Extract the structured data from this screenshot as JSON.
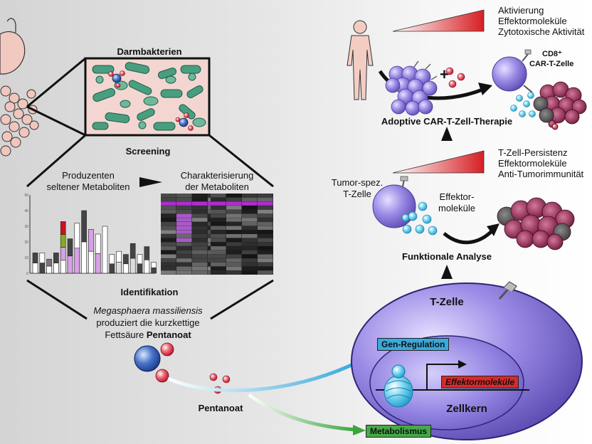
{
  "left": {
    "darmbakterien_title": "Darmbakterien",
    "screening_title": "Screening",
    "producers_line1": "Produzenten",
    "producers_line2": "seltener Metaboliten",
    "characterization_line1": "Charakterisierung",
    "characterization_line2": "der Metaboliten",
    "identification_title": "Identifikation",
    "finding_species": "Megasphaera massiliensis",
    "finding_line2": "produziert die kurzkettige",
    "finding_line3_prefix": "Fettsäure ",
    "finding_line3_bold": "Pentanoat",
    "pentanoat_label": "Pentanoat"
  },
  "right": {
    "top_ramp": [
      "Aktivierung",
      "Effektormoleküle",
      "Zytotoxische Aktivität"
    ],
    "cd8_line1": "CD8⁺",
    "cd8_line2": "CAR-T-Zelle",
    "car_t_title": "Adoptive CAR-T-Zell-Therapie",
    "mid_ramp": [
      "T-Zell-Persistenz",
      "Effektormoleküle",
      "Anti-Tumorimmunität"
    ],
    "tumor_spec_line1": "Tumor-spez.",
    "tumor_spec_line2": "T-Zelle",
    "effector_line1": "Effektor-",
    "effector_line2": "moleküle",
    "functional_title": "Funktionale Analyse",
    "tcell_label": "T-Zelle",
    "gene_regulation": "Gen-Regulation",
    "effector_molecules": "Effektormoleküle",
    "nucleus": "Zellkern",
    "metabolism": "Metabolismus"
  },
  "chart_data": {
    "type": "bar",
    "ylim": [
      0,
      50
    ],
    "tick_labels": [
      "0",
      "10",
      "20",
      "30",
      "40",
      "50"
    ],
    "values": [
      13,
      13,
      9,
      13,
      33,
      22,
      32,
      40,
      28,
      25,
      30,
      12,
      14,
      12,
      19,
      12,
      17,
      7
    ]
  },
  "colors": {
    "bacteria_box": "#f3d6d1",
    "bacteria_green": "#4a9e80",
    "cell_purple": "#8a78d8",
    "nucleus": "#8e7fe0",
    "tumor": "#8e2f52",
    "molecule_cyan": "#4dc3ea",
    "molecule_red": "#d8283c",
    "gene_tag": "#3aa9db",
    "effector_tag": "#d82929",
    "metabolism_tag": "#46a948"
  }
}
